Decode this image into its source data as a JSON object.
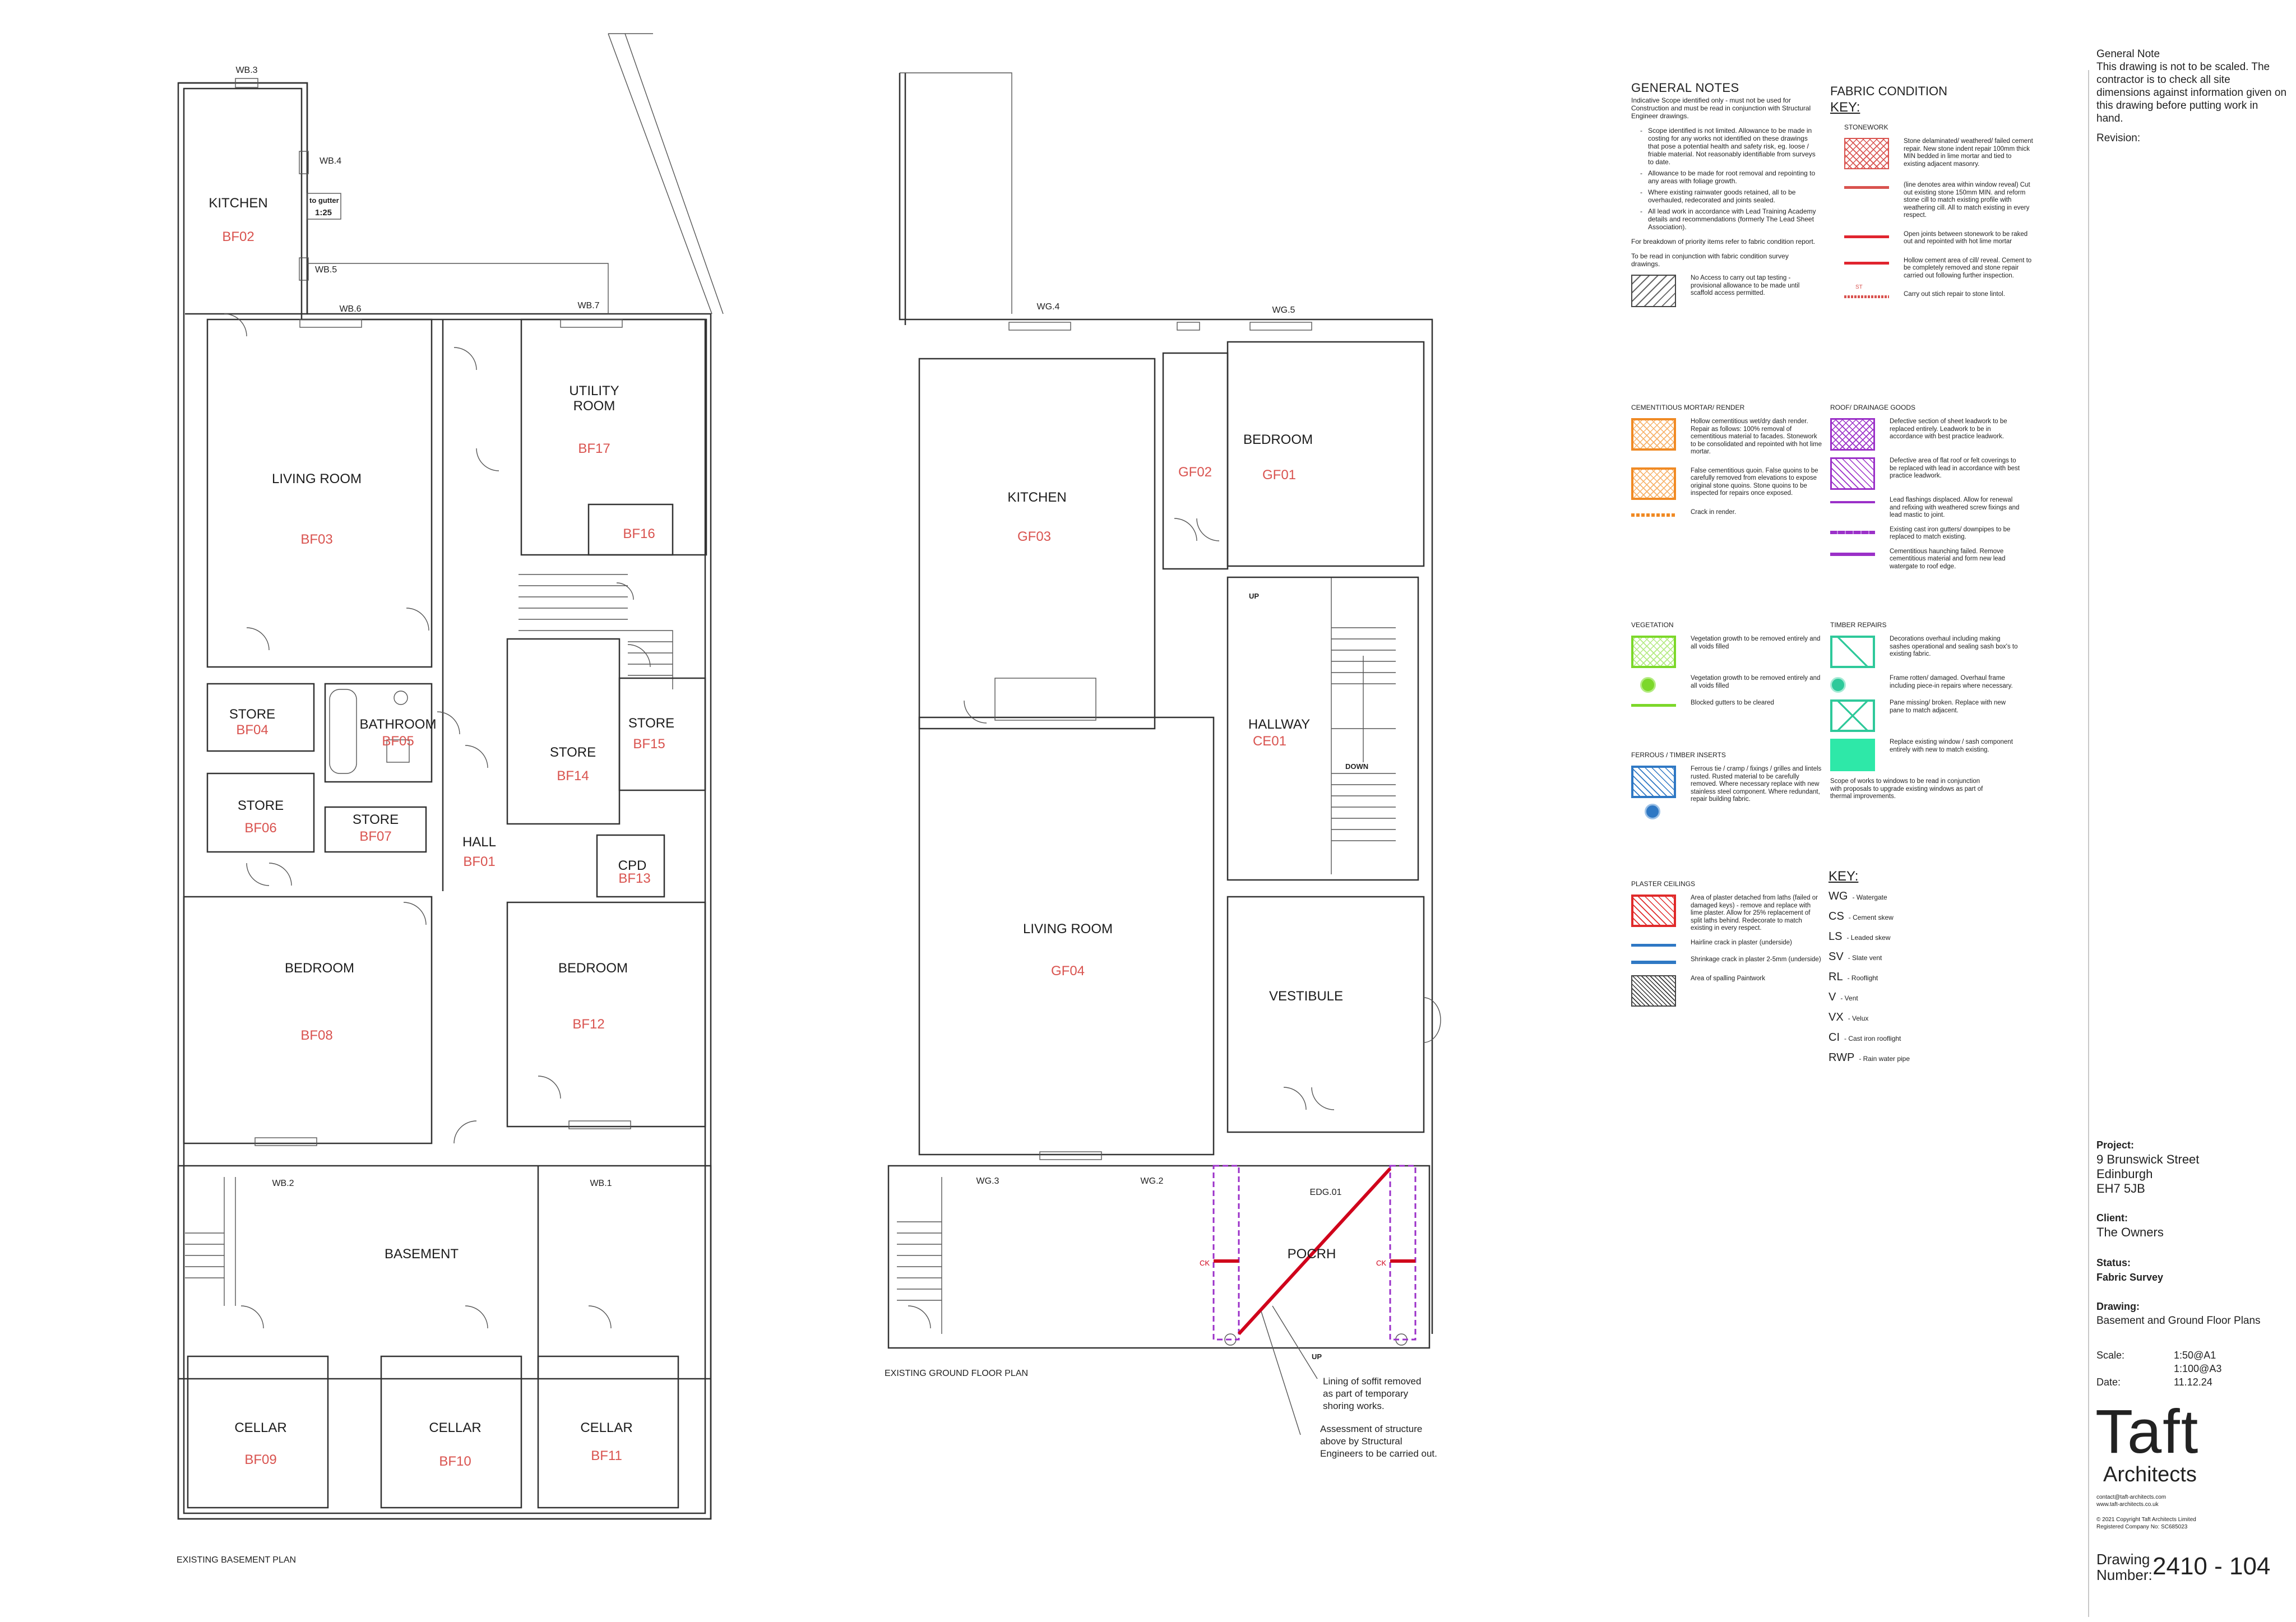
{
  "basement_rooms": [
    {
      "id": "kitchen",
      "name": "KITCHEN",
      "code": "BF02"
    },
    {
      "id": "living",
      "name": "LIVING ROOM",
      "code": "BF03"
    },
    {
      "id": "store04",
      "name": "STORE",
      "code": "BF04"
    },
    {
      "id": "bathroom",
      "name": "BATHROOM",
      "code": "BF05"
    },
    {
      "id": "store06",
      "name": "STORE",
      "code": "BF06"
    },
    {
      "id": "store07",
      "name": "STORE",
      "code": "BF07"
    },
    {
      "id": "hall",
      "name": "HALL",
      "code": "BF01"
    },
    {
      "id": "bedroom08",
      "name": "BEDROOM",
      "code": "BF08"
    },
    {
      "id": "utility",
      "name": "UTILITY ROOM",
      "code": "BF17"
    },
    {
      "id": "bf16",
      "name": "",
      "code": "BF16"
    },
    {
      "id": "store14",
      "name": "STORE",
      "code": "BF14"
    },
    {
      "id": "store15",
      "name": "STORE",
      "code": "BF15"
    },
    {
      "id": "cpd",
      "name": "CPD",
      "code": "BF13"
    },
    {
      "id": "bedroom12",
      "name": "BEDROOM",
      "code": "BF12"
    },
    {
      "id": "basement",
      "name": "BASEMENT",
      "code": ""
    },
    {
      "id": "cellar09",
      "name": "CELLAR",
      "code": "BF09"
    },
    {
      "id": "cellar10",
      "name": "CELLAR",
      "code": "BF10"
    },
    {
      "id": "cellar11",
      "name": "CELLAR",
      "code": "BF11"
    }
  ],
  "ground_rooms": [
    {
      "id": "kitchen",
      "name": "KITCHEN",
      "code": "GF03"
    },
    {
      "id": "gf02",
      "name": "",
      "code": "GF02"
    },
    {
      "id": "bedroom",
      "name": "BEDROOM",
      "code": "GF01"
    },
    {
      "id": "hallway",
      "name": "HALLWAY",
      "code": "CE01"
    },
    {
      "id": "living",
      "name": "LIVING ROOM",
      "code": "GF04"
    },
    {
      "id": "vestibule",
      "name": "VESTIBULE",
      "code": ""
    },
    {
      "id": "porch",
      "name": "POCRH",
      "code": ""
    }
  ],
  "window_labels": {
    "wb3": "WB.3",
    "wb4": "WB.4",
    "wb5": "WB.5",
    "wb6": "WB.6",
    "wb7": "WB.7",
    "wb2": "WB.2",
    "wb1": "WB.1",
    "wg4": "WG.4",
    "wg5": "WG.5",
    "wg3": "WG.3",
    "wg2": "WG.2",
    "edg01": "EDG.01"
  },
  "misc_labels": {
    "gutter": "to gutter",
    "gutter_scale": "1:25",
    "up1": "UP",
    "down": "DOWN",
    "up2": "UP",
    "ck1": "CK",
    "ck2": "CK"
  },
  "plan_titles": {
    "basement": "EXISTING BASEMENT PLAN",
    "ground": "EXISTING GROUND FLOOR PLAN"
  },
  "annotations": [
    {
      "lines": [
        "Lining of soffit removed",
        "as part of temporary",
        "shoring works."
      ]
    },
    {
      "lines": [
        "Assessment of structure",
        "above by Structural",
        "Engineers to be carried out."
      ]
    }
  ],
  "general_notes": {
    "title": "GENERAL NOTES",
    "intro": "Indicative Scope identified only - must not be used for Construction and must be read in conjunction with Structural Engineer drawings.",
    "bullets": [
      "Scope identified is not limited. Allowance to be made in costing for any works not identified on these drawings that pose a potential health and safety risk, eg. loose / friable material. Not reasonably identifiable from surveys to date.",
      "Allowance to be made for root removal and repointing to any areas with foliage growth.",
      "Where existing rainwater goods retained, all to be overhauled, redecorated and joints sealed.",
      "All lead work in accordance with Lead Training Academy details and recommendations (formerly The Lead Sheet Association)."
    ],
    "para2": "For breakdown of priority items refer to fabric condition report.",
    "para3": "To be read in conjunction with fabric condition survey drawings.",
    "no_access": "No Access to carry out tap testing - provisional allowance to be made until scaffold access permitted."
  },
  "fabric": {
    "title": "FABRIC CONDITION",
    "key": "KEY:",
    "stonework": {
      "heading": "STONEWORK",
      "items": [
        {
          "desc": "Stone delaminated/ weathered/ failed cement repair. New stone indent repair 100mm thick MIN bedded in lime mortar and tied to existing adjacent masonry."
        },
        {
          "desc": "(line denotes area within window reveal) Cut out existing stone 150mm MIN. and reform stone cill to match existing profile with weathering cill. All to match existing in every respect."
        },
        {
          "desc": "Open joints between stonework to be raked out and repointed with hot lime mortar"
        },
        {
          "desc": "Hollow cement area of cill/ reveal. Cement to be completely removed and stone repair carried out following further inspection."
        },
        {
          "tag": "ST",
          "desc": "Carry out stich repair to stone lintol."
        }
      ]
    },
    "cementitious": {
      "heading": "CEMENTITIOUS MORTAR/ RENDER",
      "items": [
        {
          "desc": "Hollow cementitious wet/dry dash render. Repair as follows: 100% removal of cementitious material to facades. Stonework to be consolidated and repointed with hot lime mortar."
        },
        {
          "desc": "False cementitious quoin. False quoins to be carefully removed from elevations to expose original stone quoins. Stone quoins to be inspected for repairs once exposed."
        },
        {
          "desc": "Crack in render."
        }
      ]
    },
    "roof": {
      "heading": "ROOF/ DRAINAGE GOODS",
      "items": [
        {
          "desc": "Defective section of sheet leadwork to be replaced entirely. Leadwork to be in accordance with best practice leadwork."
        },
        {
          "desc": "Defective area of flat roof or felt coverings to be replaced with lead in accordance with best practice leadwork."
        },
        {
          "desc": "Lead flashings displaced. Allow for renewal and refixing with weathered screw fixings and lead mastic to joint."
        },
        {
          "desc": "Existing cast iron gutters/ downpipes to be replaced to match existing."
        },
        {
          "desc": "Cementitious haunching failed. Remove cementitious material and form new lead watergate to roof edge."
        }
      ]
    },
    "vegetation": {
      "heading": "VEGETATION",
      "items": [
        {
          "desc": "Vegetation growth to be removed entirely and all voids filled"
        },
        {
          "desc": "Vegetation growth to be removed entirely and all voids filled"
        },
        {
          "desc": "Blocked gutters to be cleared"
        }
      ]
    },
    "timber": {
      "heading": "TIMBER REPAIRS",
      "items": [
        {
          "desc": "Decorations overhaul including making sashes operational and sealing sash box's to existing fabric."
        },
        {
          "desc": "Frame rotten/ damaged. Overhaul frame including piece-in repairs where necessary."
        },
        {
          "desc": "Pane missing/ broken. Replace with new pane to match adjacent."
        },
        {
          "desc": "Replace existing window / sash component entirely with new to match existing."
        }
      ],
      "note": "Scope of works to windows to be read in conjunction with proposals to upgrade existing windows as part of thermal improvements."
    },
    "ferrous": {
      "heading": "FERROUS / TIMBER INSERTS",
      "items": [
        {
          "desc": "Ferrous tie / cramp / fixings / grilles and lintels rusted. Rusted material to be carefully removed. Where necessary replace with new stainless steel component. Where redundant, repair building fabric."
        }
      ]
    },
    "plaster": {
      "heading": "PLASTER CEILINGS",
      "items": [
        {
          "desc": "Area of plaster detached from laths (failed or damaged keys) - remove and replace with lime plaster. Allow for 25% replacement of split laths behind. Redecorate to match existing in every respect."
        },
        {
          "desc": "Hairline crack in plaster (underside)"
        },
        {
          "desc": "Shrinkage crack in plaster 2-5mm (underside)"
        },
        {
          "desc": "Area of spalling Paintwork"
        }
      ]
    },
    "key2": {
      "title": "KEY:",
      "items": [
        {
          "code": "WG",
          "label": "- Watergate"
        },
        {
          "code": "CS",
          "label": "- Cement skew"
        },
        {
          "code": "LS",
          "label": "- Leaded skew"
        },
        {
          "code": "SV",
          "label": "- Slate vent"
        },
        {
          "code": "RL",
          "label": "- Rooflight"
        },
        {
          "code": "V",
          "label": "- Vent"
        },
        {
          "code": "VX",
          "label": "- Velux"
        },
        {
          "code": "CI",
          "label": "- Cast iron rooflight"
        },
        {
          "code": "RWP",
          "label": "- Rain water pipe"
        }
      ]
    }
  },
  "colors": {
    "stone": "#d9534f",
    "cement": "#f08a24",
    "roof": "#9b30c8",
    "vegetation": "#7cd82a",
    "timber": "#2ec99a",
    "ferrous": "#2f78c4",
    "plaster": "#e02a2a",
    "porch_mark": "#d0021b"
  },
  "title_block": {
    "general_note_heading": "General Note",
    "general_note": "This drawing is not to be scaled. The contractor is to check all site dimensions against information given on this drawing before putting work in hand.",
    "revision": "Revision:",
    "project_label": "Project:",
    "project": [
      "9 Brunswick Street",
      "Edinburgh",
      "EH7 5JB"
    ],
    "client_label": "Client:",
    "client": "The Owners",
    "status_label": "Status:",
    "status": "Fabric Survey",
    "drawing_label": "Drawing:",
    "drawing": "Basement and Ground Floor Plans",
    "scale_label": "Scale:",
    "scale": [
      "1:50@A1",
      "1:100@A3"
    ],
    "date_label": "Date:",
    "date": "11.12.24",
    "firm": "Taft",
    "firm_sub": "Architects",
    "contact": [
      "contact@taft-architects.com",
      "www.taft-architects.co.uk"
    ],
    "copyright": [
      "© 2021 Copyright Taft Architects Limited",
      "Registered Company No: SC685023"
    ],
    "drawing_number_label": [
      "Drawing",
      "Number:"
    ],
    "drawing_number": "2410 - 104"
  }
}
